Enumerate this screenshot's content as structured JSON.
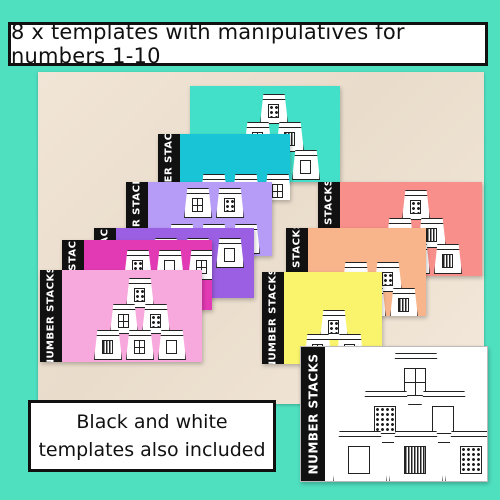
{
  "banner": {
    "text": "8 x templates with manipulatives for numbers 1-10"
  },
  "card_label": "NUMBER STACKS",
  "cards": [
    {
      "id": "aqua",
      "color": "#43e0c9"
    },
    {
      "id": "teal",
      "color": "#18c4d6"
    },
    {
      "id": "lavender",
      "color": "#b79cf7"
    },
    {
      "id": "purple",
      "color": "#9b5fe3"
    },
    {
      "id": "magenta",
      "color": "#e23ab4"
    },
    {
      "id": "pink",
      "color": "#f7a8dc"
    },
    {
      "id": "salmon",
      "color": "#f88f8a"
    },
    {
      "id": "peach",
      "color": "#f8b58c"
    },
    {
      "id": "yellow",
      "color": "#faf46c"
    },
    {
      "id": "white",
      "color": "#ffffff"
    }
  ],
  "footer": {
    "line1": "Black and white",
    "line2": "templates also included"
  }
}
